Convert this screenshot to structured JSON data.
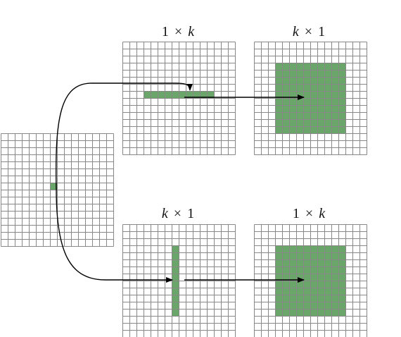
{
  "colors": {
    "background": "#ffffff",
    "grid_line": "#888888",
    "highlight": "#6aa56a",
    "arrow": "#000000"
  },
  "grid": {
    "rows": 16,
    "cols": 16
  },
  "input_grid": {
    "highlight": {
      "row": 7,
      "col": 7,
      "rows": 1,
      "cols": 1
    }
  },
  "panels": [
    {
      "id": "top-left",
      "label": {
        "a": "1",
        "op": "×",
        "b": "k"
      },
      "highlight": {
        "row": 7,
        "col": 3,
        "rows": 1,
        "cols": 10
      }
    },
    {
      "id": "top-right",
      "label": {
        "a": "k",
        "op": "×",
        "b": "1"
      },
      "highlight": {
        "row": 3,
        "col": 3,
        "rows": 10,
        "cols": 10
      }
    },
    {
      "id": "bottom-left",
      "label": {
        "a": "k",
        "op": "×",
        "b": "1"
      },
      "highlight": {
        "row": 3,
        "col": 7,
        "rows": 10,
        "cols": 1
      }
    },
    {
      "id": "bottom-right",
      "label": {
        "a": "1",
        "op": "×",
        "b": "k"
      },
      "highlight": {
        "row": 3,
        "col": 3,
        "rows": 10,
        "cols": 10
      }
    }
  ]
}
